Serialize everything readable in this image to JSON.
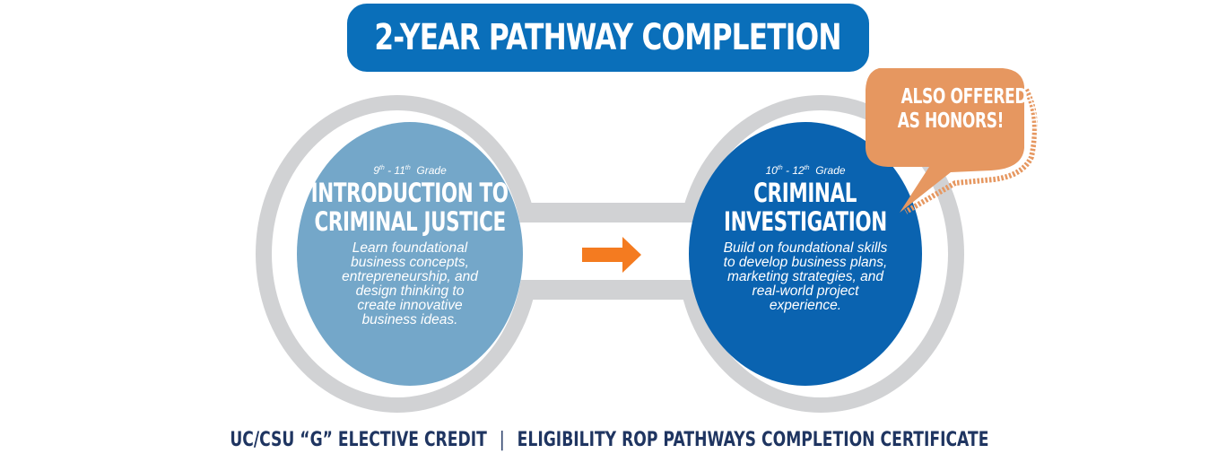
{
  "header": {
    "title": "2-YEAR PATHWAY COMPLETION"
  },
  "courses": [
    {
      "grade_start": "9",
      "grade_start_suffix": "th",
      "grade_end": "11",
      "grade_end_suffix": "th",
      "grade_label": "Grade",
      "title_line1": "INTRODUCTION TO",
      "title_line2": "CRIMINAL JUSTICE",
      "description": [
        "Learn foundational",
        "business concepts,",
        "entrepreneurship, and",
        "design thinking to",
        "create innovative",
        "business ideas."
      ]
    },
    {
      "grade_start": "10",
      "grade_start_suffix": "th",
      "grade_end": "12",
      "grade_end_suffix": "th",
      "grade_label": "Grade",
      "title_line1": "CRIMINAL",
      "title_line2": "INVESTIGATION",
      "description": [
        "Build on foundational skills",
        "to develop business plans,",
        "marketing strategies, and",
        "real-world project",
        "experience."
      ]
    }
  ],
  "callout": {
    "line1": "ALSO OFFERED",
    "line2": "AS HONORS!"
  },
  "footer": {
    "left": "UC/CSU “G” ELECTIVE CREDIT",
    "separator": "|",
    "right": "ELIGIBILITY ROP PATHWAYS COMPLETION CERTIFICATE"
  },
  "colors": {
    "title_bg": "#0a6fba",
    "ring_gray": "#d1d2d4",
    "disc_light_blue": "#74a7c9",
    "disc_dark_blue": "#0a63b0",
    "arrow_orange": "#f47b20",
    "bubble_orange": "#e69760",
    "footer_navy": "#1f3561"
  }
}
